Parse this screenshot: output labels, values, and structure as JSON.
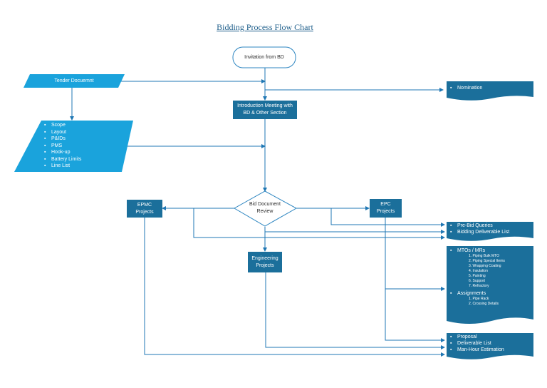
{
  "title": "Bidding Process Flow Chart",
  "colors": {
    "line": "#1f77b4",
    "dark_blue": "#1b6f9b",
    "light_blue": "#1aa3dc",
    "border": "#2e86c1"
  },
  "nodes": {
    "invitation": "Invitation from BD",
    "tender": "Tender Docuemnt",
    "nomination": "Nomination",
    "intro_meeting": [
      "Introduction Meeting with",
      "BD & Other Section"
    ],
    "scope_items": [
      "Scope",
      "Layout",
      "P&IDs",
      "PMS",
      "Hook-up",
      "Battery Limits",
      "Line List"
    ],
    "bid_review": [
      "Bid Document",
      "Review"
    ],
    "epmc": [
      "EPMC",
      "Projects"
    ],
    "epc": [
      "EPC",
      "Projects"
    ],
    "engineering": [
      "Engineering",
      "Projects"
    ],
    "prebid": [
      "Pre-Bid Queries",
      "Bidding Deliverable List"
    ],
    "mtos": {
      "heading": "MTOs / MRs",
      "items": [
        "1. Piping Bulk MTO",
        "2. Piping Special Items",
        "3. Wrapping Coating",
        "4. Insulation",
        "5. Painting",
        "6. Support",
        "7. Refractory"
      ],
      "assignments_heading": "Assignments",
      "assignments": [
        "1. Pipe Rack",
        "2. Crossing Details"
      ]
    },
    "proposal": [
      "Proposal",
      "Deliverable List",
      "Man-Hour Estimation"
    ]
  }
}
